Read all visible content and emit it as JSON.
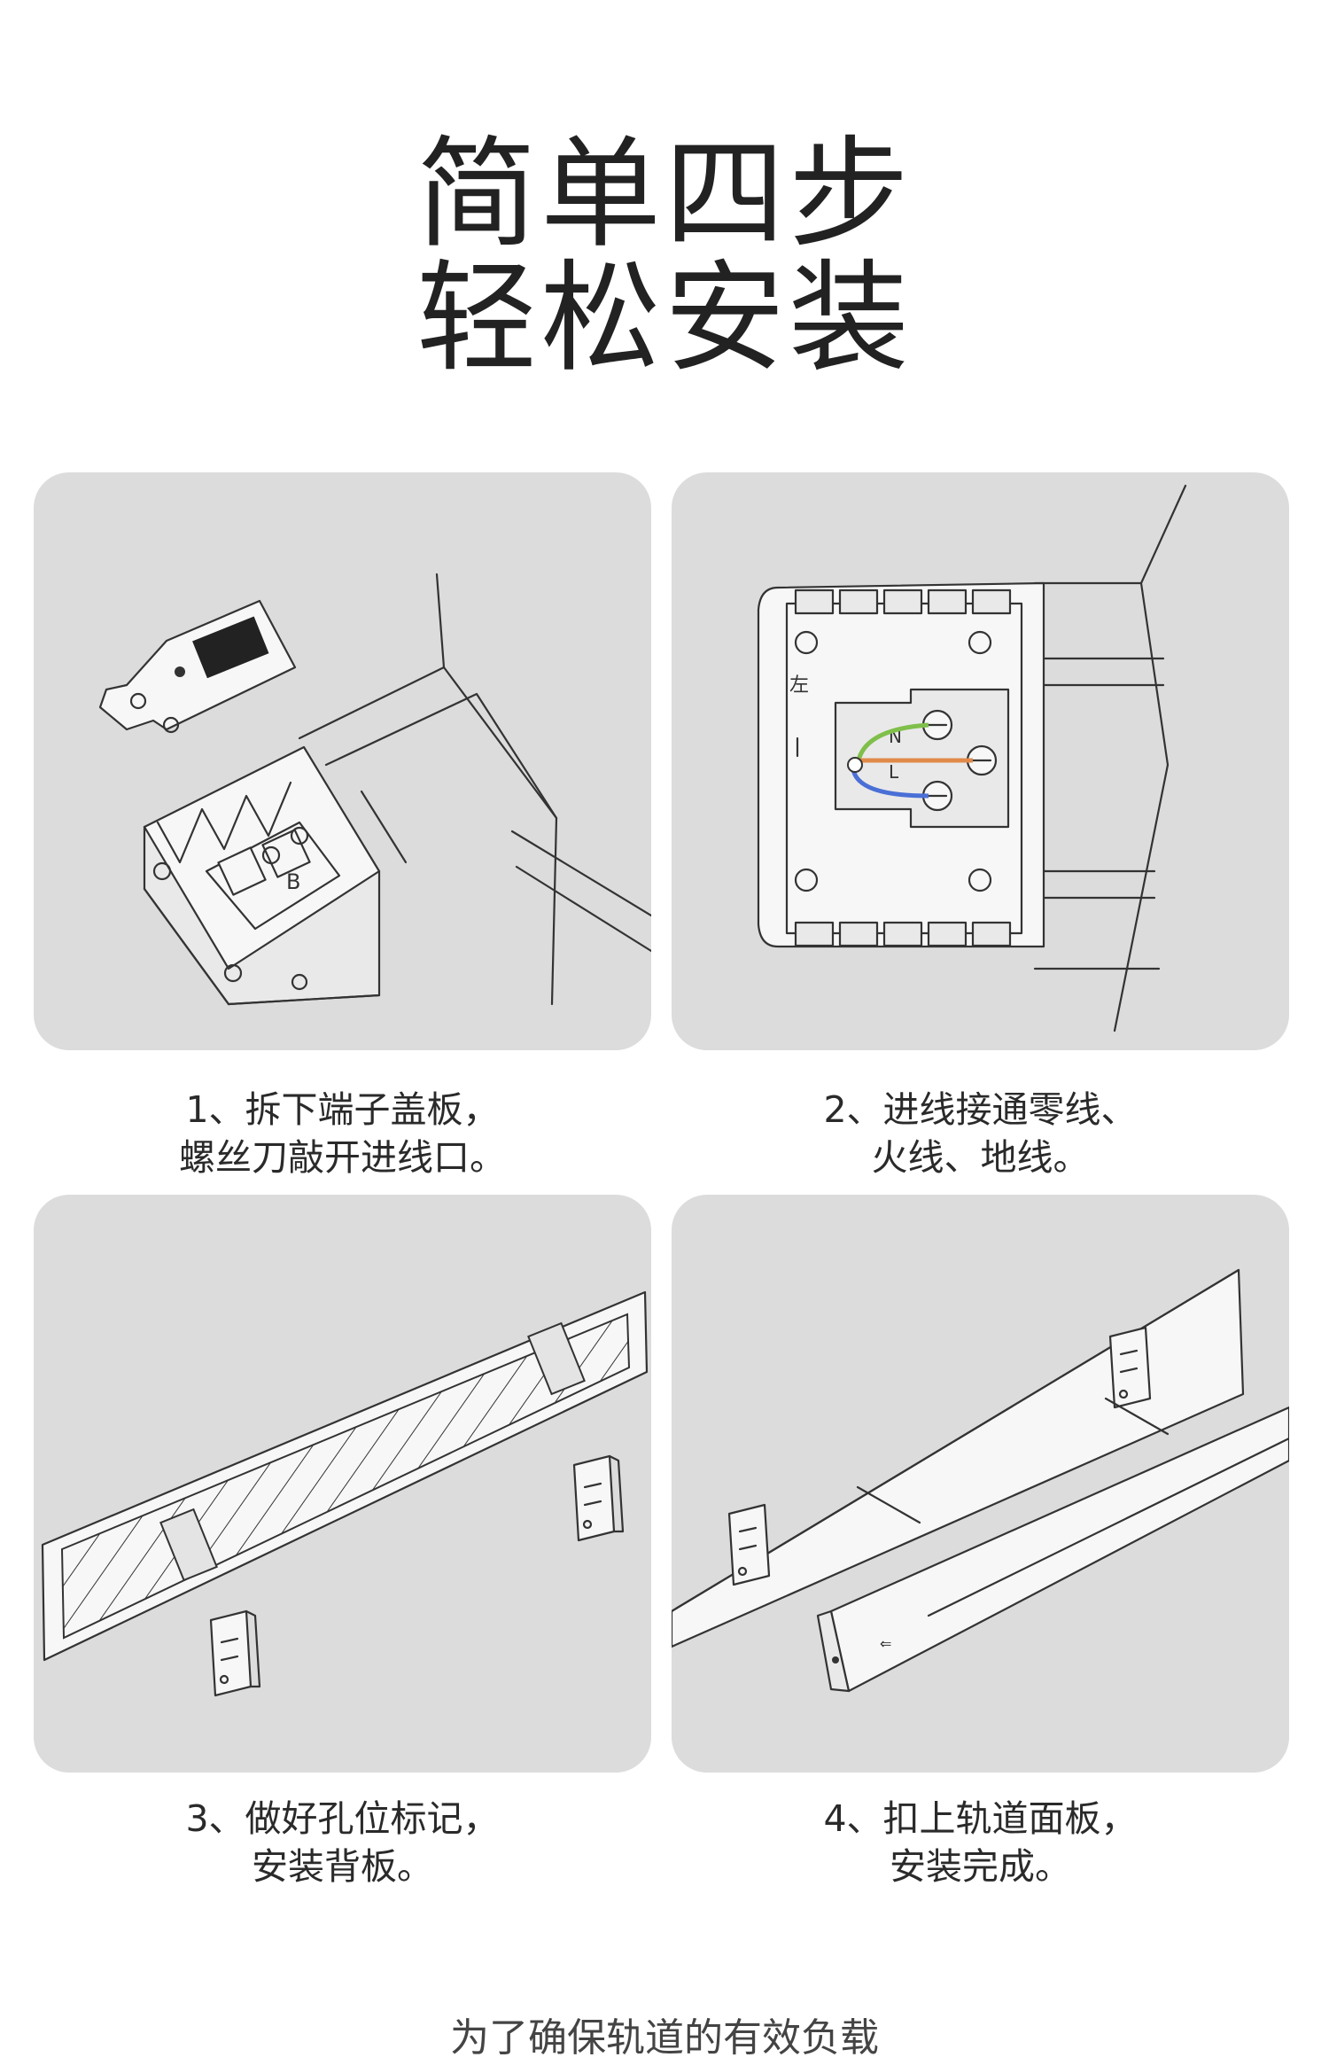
{
  "heading": {
    "line1": "简单四步",
    "line2": "轻松安装"
  },
  "steps": [
    {
      "line1": "1、拆下端子盖板，",
      "line2": "螺丝刀敲开进线口。"
    },
    {
      "line1": "2、进线接通零线、",
      "line2": "火线、地线。"
    },
    {
      "line1": "3、做好孔位标记，",
      "line2": "安装背板。"
    },
    {
      "line1": "4、扣上轨道面板，",
      "line2": "安装完成。"
    }
  ],
  "diagram_labels": {
    "left_marker": "左",
    "terminal_n": "N",
    "terminal_l": "L"
  },
  "footer": {
    "text": "为了确保轨道的有效负载"
  },
  "colors": {
    "panel_bg": "#dcdcdc",
    "wire_green": "#7fbf4a",
    "wire_orange": "#e08a4a",
    "wire_blue": "#4a6fd6"
  }
}
